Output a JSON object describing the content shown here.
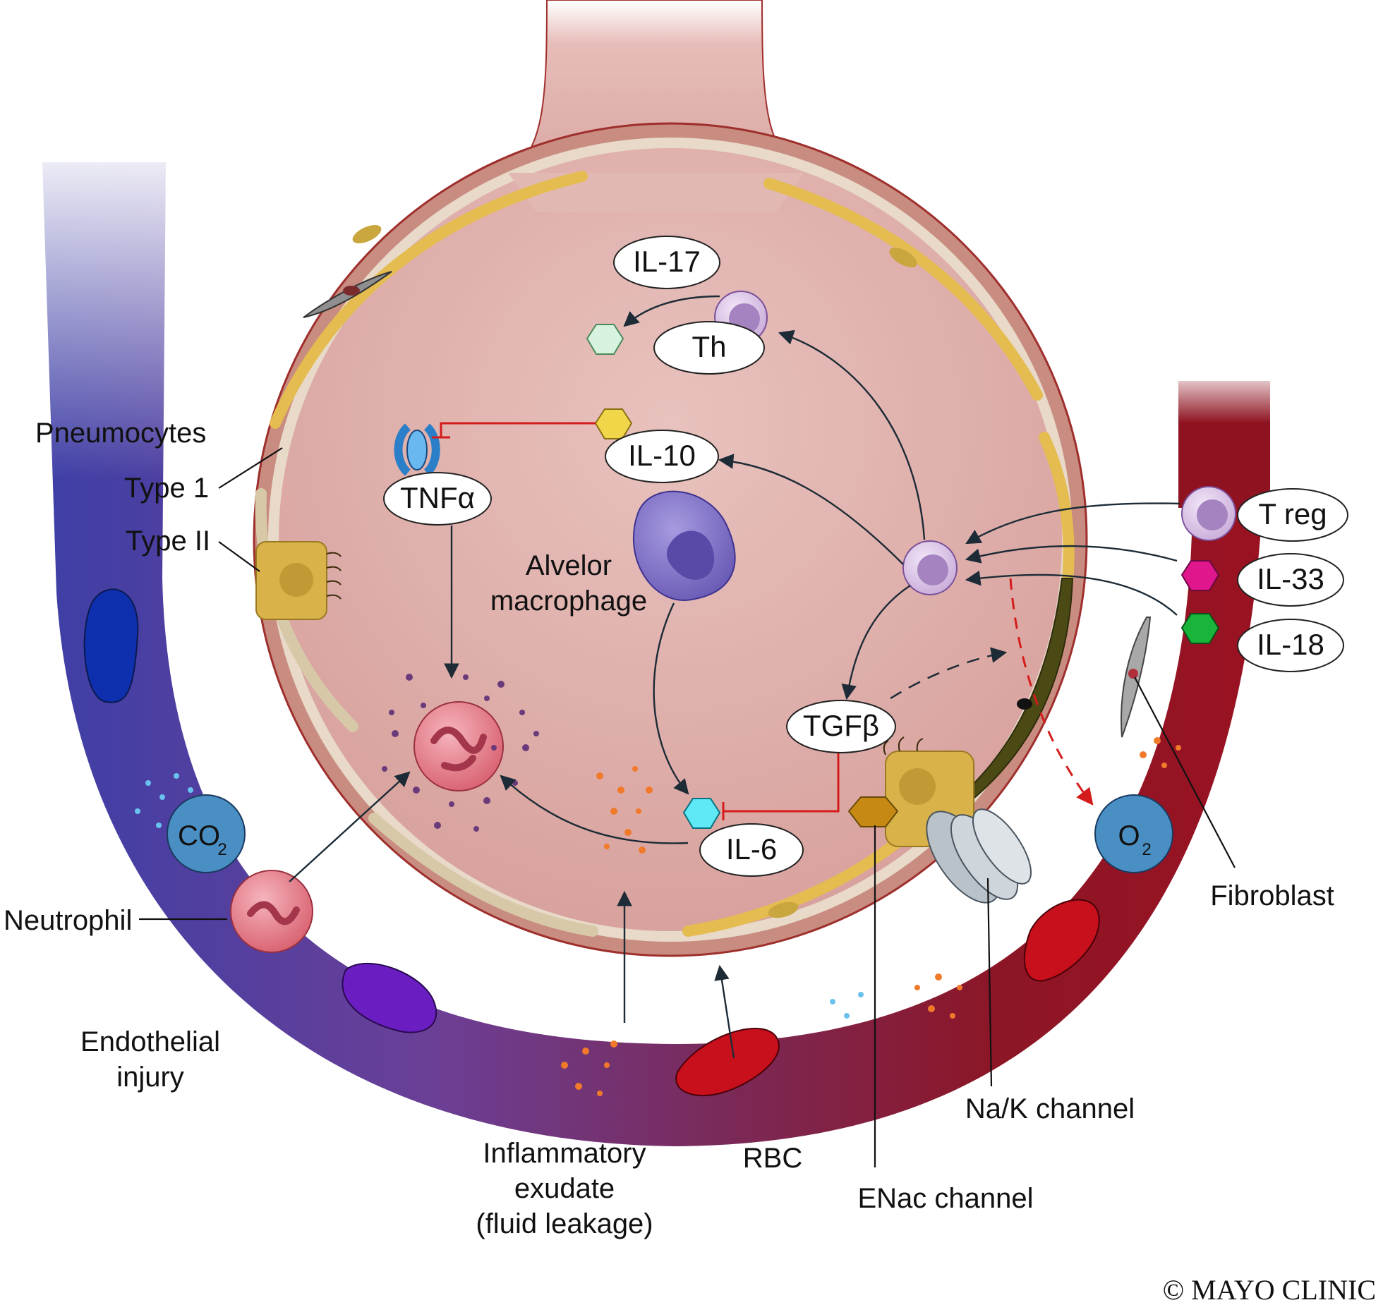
{
  "labels": {
    "pneumocytes": "Pneumocytes",
    "type1": "Type 1",
    "type2": "Type II",
    "alveolar_macrophage_line1": "Alvelor",
    "alveolar_macrophage_line2": "macrophage",
    "neutrophil": "Neutrophil",
    "endothelial_line1": "Endothelial",
    "endothelial_line2": "injury",
    "exudate_line1": "Inflammatory",
    "exudate_line2": "exudate",
    "exudate_line3": "(fluid leakage)",
    "rbc": "RBC",
    "enac": "ENac channel",
    "nak": "Na/K channel",
    "fibroblast": "Fibroblast",
    "co2": "CO",
    "co2_sub": "2",
    "o2": "O",
    "o2_sub": "2"
  },
  "cytokines": {
    "il17": "IL-17",
    "th": "Th",
    "il10": "IL-10",
    "tnfa": "TNFα",
    "tgfb": "TGFβ",
    "il6": "IL-6",
    "treg": "T reg",
    "il33": "IL-33",
    "il18": "IL-18"
  },
  "copyright": "© MAYO CLINIC",
  "colors": {
    "alveolus": "#dcaaa6",
    "vessel_blue": "#3f3aa0",
    "vessel_red": "#8e1220",
    "pneumocyte_type1": "#e8c15a",
    "pneumocyte_type2": "#d6b34d",
    "macrophage": "#7e70c4",
    "neutrophil": "#e07080",
    "inhibition": "#d41c1c",
    "il17_hex": "#d8f2e0",
    "il10_hex": "#f2d64a",
    "il6_hex": "#5fe8f5",
    "il33_hex": "#e0168c",
    "il18_hex": "#19b43a",
    "enac_hex": "#c68a14"
  },
  "icons": [
    "pneumocyte-type1-icon",
    "pneumocyte-type2-icon",
    "macrophage-icon",
    "neutrophil-icon",
    "t-cell-icon",
    "rbc-icon",
    "fibroblast-icon",
    "na-k-channel-icon",
    "tnf-receptor-icon"
  ]
}
